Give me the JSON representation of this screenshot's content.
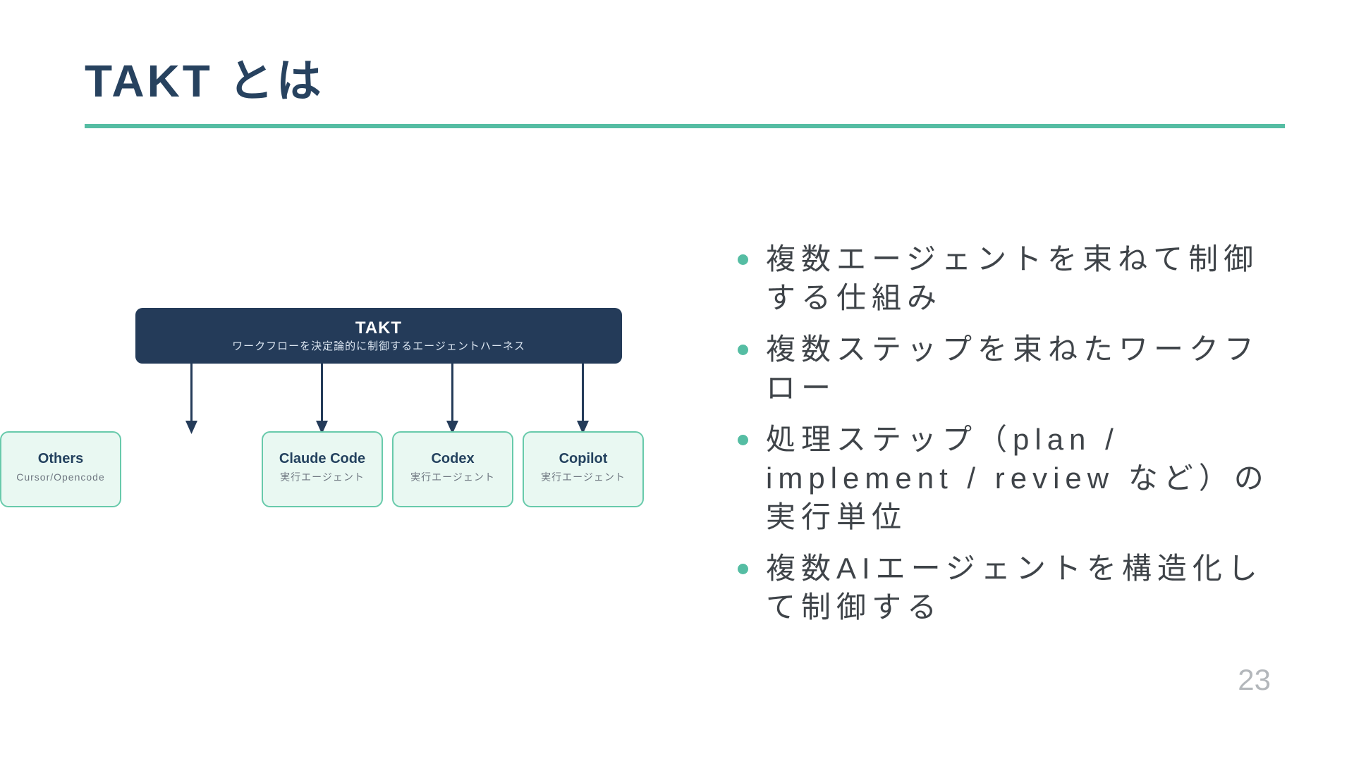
{
  "slide": {
    "title": "TAKT とは",
    "page_number": "23",
    "colors": {
      "navy": "#243b59",
      "navy_text": "#27425f",
      "teal_accent": "#55bda3",
      "mint_fill": "#e9f8f2",
      "mint_border": "#68caab",
      "body_text": "#3f4449",
      "muted_text": "#6e7680",
      "page_number_gray": "#b3b7bb"
    }
  },
  "diagram": {
    "root": {
      "title": "TAKT",
      "subtitle": "ワークフローを決定論的に制御するエージェントハーネス"
    },
    "children": [
      {
        "title": "Claude Code",
        "subtitle": "実行エージェント"
      },
      {
        "title": "Codex",
        "subtitle": "実行エージェント"
      },
      {
        "title": "Copilot",
        "subtitle": "実行エージェント"
      },
      {
        "title": "Others",
        "subtitle": "Cursor/Opencode"
      }
    ]
  },
  "bullets": {
    "items": [
      "複数エージェントを束ねて制御する仕組み",
      "複数ステップを束ねたワークフロー",
      "処理ステップ（plan / implement / review など）の実行単位",
      "複数AIエージェントを構造化して制御する"
    ]
  }
}
